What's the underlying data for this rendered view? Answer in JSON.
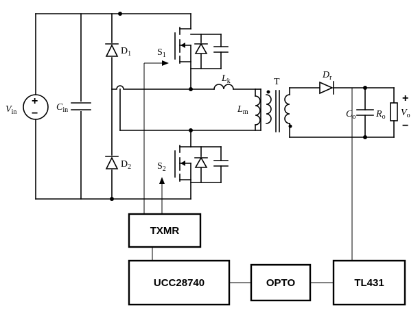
{
  "labels": {
    "vin": {
      "main": "V",
      "sub": "in"
    },
    "cin": {
      "main": "C",
      "sub": "in"
    },
    "d1": {
      "main": "D",
      "sub": "1"
    },
    "d2": {
      "main": "D",
      "sub": "2"
    },
    "s1": {
      "main": "S",
      "sub": "1"
    },
    "s2": {
      "main": "S",
      "sub": "2"
    },
    "lk": {
      "main": "L",
      "sub": "k"
    },
    "lm": {
      "main": "L",
      "sub": "m"
    },
    "t": "T",
    "dr": {
      "main": "D",
      "sub": "r"
    },
    "co": {
      "main": "C",
      "sub": "o"
    },
    "ro": {
      "main": "R",
      "sub": "o"
    },
    "vo": {
      "main": "V",
      "sub": "o"
    },
    "vo_plus": "+",
    "vo_minus": "−",
    "vin_plus": "+",
    "vin_minus": "−"
  },
  "blocks": {
    "txmr": "TXMR",
    "ucc": "UCC28740",
    "opto": "OPTO",
    "tl431": "TL431"
  }
}
